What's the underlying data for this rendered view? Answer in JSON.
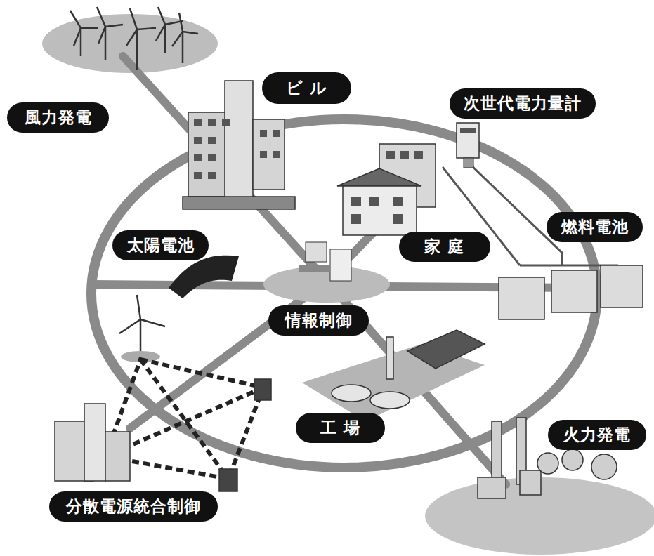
{
  "diagram": {
    "nodes": [
      {
        "text": [
          "ビ ル"
        ]
      },
      {
        "text": [
          "次世代電力量計"
        ]
      },
      {
        "text": [
          "風力発電"
        ]
      },
      {
        "text": [
          "燃料電池"
        ]
      },
      {
        "text": [
          "太陽電池"
        ]
      },
      {
        "text": [
          "家 庭"
        ]
      },
      {
        "text": [
          "情報制御"
        ]
      },
      {
        "text": [
          "工 場"
        ]
      },
      {
        "text": [
          "火力発電"
        ]
      },
      {
        "text": [
          "分散電源統合制御"
        ]
      }
    ]
  }
}
